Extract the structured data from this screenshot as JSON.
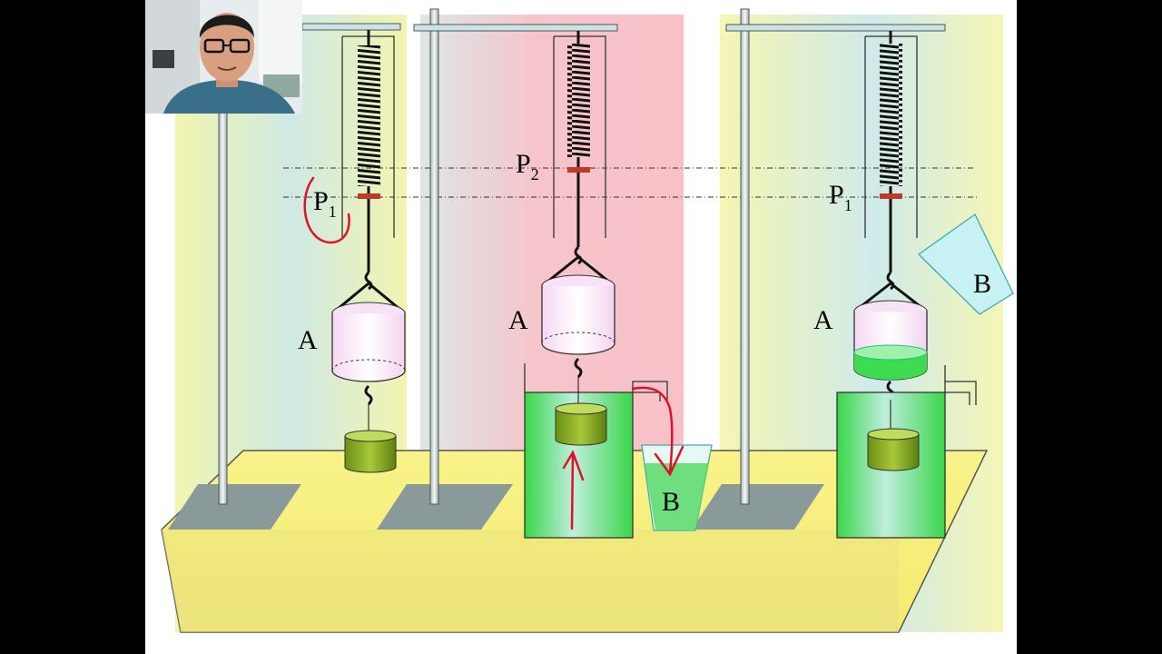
{
  "diagram": {
    "panels": [
      {
        "weight_label": "P",
        "weight_subscript": "1",
        "cup_label": "A"
      },
      {
        "weight_label": "P",
        "weight_subscript": "2",
        "cup_label": "A",
        "beaker_label": "B"
      },
      {
        "weight_label": "P",
        "weight_subscript": "1",
        "cup_label": "A",
        "beaker_label": "B"
      }
    ]
  },
  "colors": {
    "water": "#3ddb4f",
    "spring_marker": "#c0392b",
    "annotation_ink": "#e0102a",
    "base_top": "#f7f07a",
    "panel_bg_left": "#f3f6b4",
    "panel_bg_right": "#c9e9ec",
    "panel_bg_pink": "#f7c2c8"
  },
  "webcam": {
    "description_icon": "presenter-video-icon"
  }
}
